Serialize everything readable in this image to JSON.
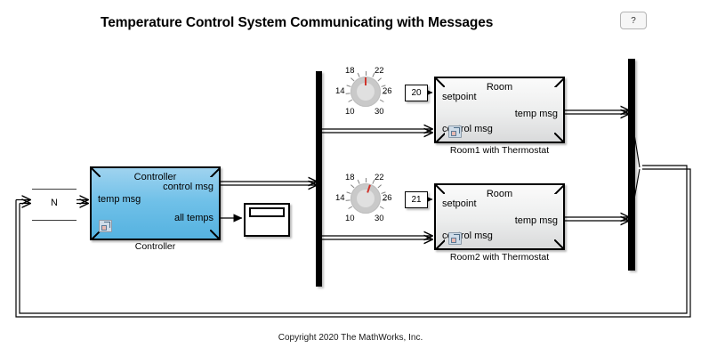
{
  "page": {
    "title": "Temperature Control System Communicating with Messages",
    "copyright": "Copyright 2020 The MathWorks, Inc.",
    "background_color": "#ffffff"
  },
  "help_button": {
    "label": "?",
    "name": "help-button"
  },
  "blocks": {
    "queue": {
      "label": "N",
      "type": "queue"
    },
    "controller": {
      "inner_label": "Controller",
      "under_label": "Controller",
      "inputs": [
        "temp msg"
      ],
      "outputs": [
        "control msg",
        "all temps"
      ],
      "fill_color": "#6fc0e8",
      "badge_icon": "subsystem-badge-icon"
    },
    "scope": {
      "type": "scope",
      "name": "scope-block"
    },
    "demux": {
      "type": "demux",
      "name": "demux-block",
      "outputs": 2
    },
    "mux": {
      "type": "mux",
      "name": "mux-block",
      "inputs": 2
    },
    "room1": {
      "inner_label": "Room",
      "under_label": "Room1 with Thermostat",
      "inputs": [
        "setpoint",
        "control msg"
      ],
      "outputs": [
        "temp msg"
      ],
      "fill_color": "#eceded",
      "badge_icon": "subsystem-badge-icon"
    },
    "room2": {
      "inner_label": "Room",
      "under_label": "Room2 with Thermostat",
      "inputs": [
        "setpoint",
        "control msg"
      ],
      "outputs": [
        "temp msg"
      ],
      "fill_color": "#eceded",
      "badge_icon": "subsystem-badge-icon"
    }
  },
  "knobs": [
    {
      "name": "setpoint-knob-room1",
      "value": 20,
      "needle_angle_deg": 0,
      "tick_labels": [
        "18",
        "22",
        "14",
        "26",
        "10",
        "30"
      ],
      "min": 10,
      "max": 30,
      "needle_color": "#d0342c"
    },
    {
      "name": "setpoint-knob-room2",
      "value": 21,
      "needle_angle_deg": 18,
      "tick_labels": [
        "18",
        "22",
        "14",
        "26",
        "10",
        "30"
      ],
      "min": 10,
      "max": 30,
      "needle_color": "#d0342c"
    }
  ],
  "displays": [
    {
      "name": "setpoint-display-room1",
      "value": "20"
    },
    {
      "name": "setpoint-display-room2",
      "value": "21"
    }
  ]
}
